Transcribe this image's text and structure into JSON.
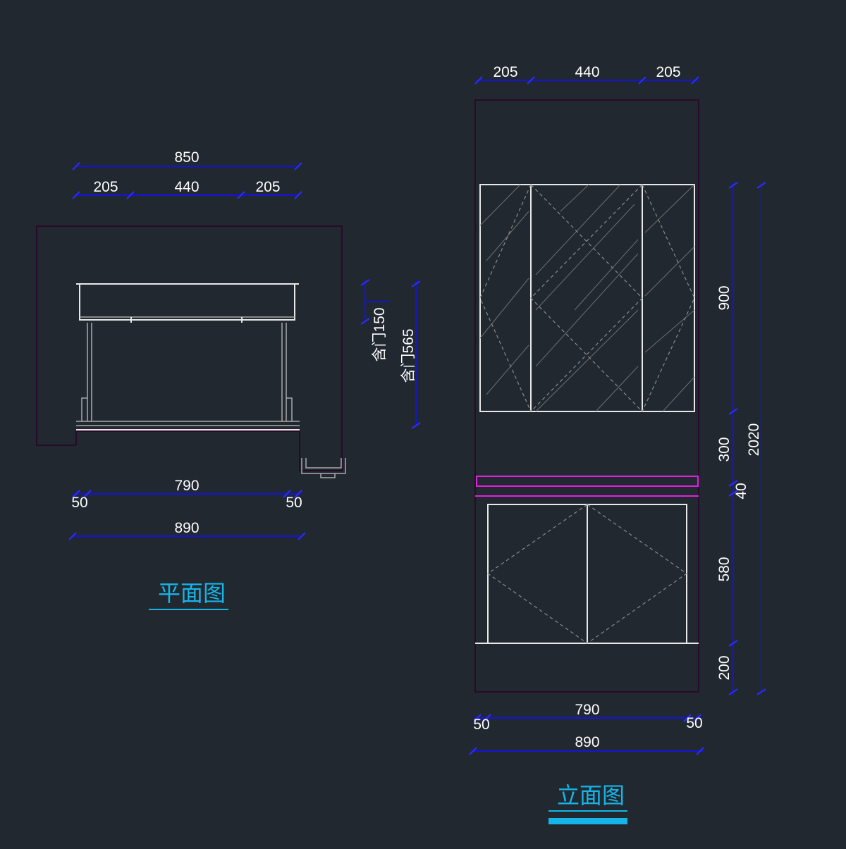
{
  "plan": {
    "title": "平面图",
    "dims": {
      "total_top": "850",
      "seg_left": "205",
      "seg_mid": "440",
      "seg_right": "205",
      "inner_bottom": "790",
      "side_left": "50",
      "side_right": "50",
      "total_bottom": "890",
      "door1": "含门150",
      "door2": "含门565"
    }
  },
  "elevation": {
    "title": "立面图",
    "dims": {
      "seg_left": "205",
      "seg_mid": "440",
      "seg_right": "205",
      "h_mirror": "900",
      "h_gap": "300",
      "h_counter": "40",
      "h_cabinet": "580",
      "h_base": "200",
      "h_total": "2020",
      "inner_bottom": "790",
      "side_left": "50",
      "side_right": "50",
      "total_bottom": "890"
    }
  },
  "colors": {
    "background": "#212830",
    "dimension": "#1414d8",
    "title": "#17b4e8",
    "counter": "#e020e0"
  }
}
